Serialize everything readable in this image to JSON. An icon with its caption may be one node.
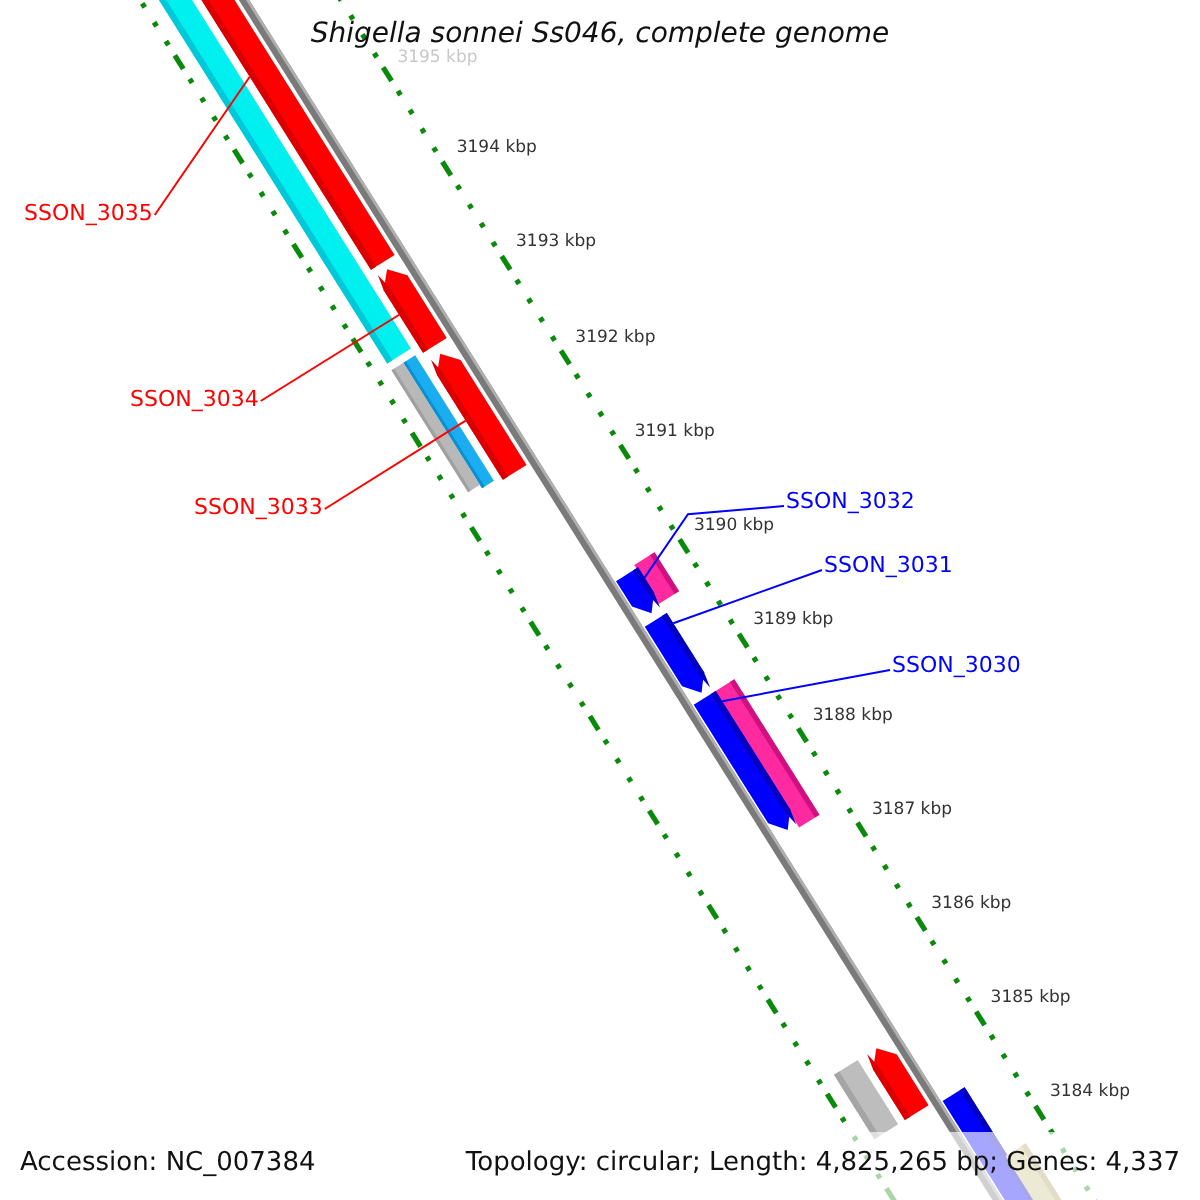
{
  "diagram": {
    "title": "Shigella sonnei Ss046, complete genome",
    "nodes": [
      {
        "text": [
          "SSON_3035"
        ]
      },
      {
        "text": [
          "SSON_3034"
        ]
      },
      {
        "text": [
          "SSON_3033"
        ]
      },
      {
        "text": [
          "SSON_3032"
        ]
      },
      {
        "text": [
          "SSON_3031"
        ]
      },
      {
        "text": [
          "SSON_3030"
        ]
      },
      {
        "text": [],
        "shape": "bar"
      },
      {
        "text": [],
        "shape": "bar"
      },
      {
        "text": [],
        "shape": "bar"
      },
      {
        "text": [],
        "shape": "bar"
      },
      {
        "text": [],
        "shape": "bar"
      },
      {
        "text": [],
        "shape": "bar"
      }
    ],
    "edges": [
      {
        "from": 0,
        "to": 6,
        "arrow": "none"
      },
      {
        "from": 1,
        "to": 7,
        "arrow": "none"
      },
      {
        "from": 2,
        "to": 8,
        "arrow": "none"
      },
      {
        "from": 3,
        "to": 9,
        "arrow": "none",
        "color": "#0000ff"
      },
      {
        "from": 4,
        "to": 10,
        "arrow": "none",
        "color": "#0000ff"
      },
      {
        "from": 5,
        "to": 11,
        "arrow": "none",
        "color": "#0000ff"
      }
    ],
    "labels": [
      "3195 kbp",
      "3194 kbp",
      "3193 kbp",
      "3192 kbp",
      "3191 kbp",
      "3190 kbp",
      "3189 kbp",
      "3188 kbp",
      "3187 kbp",
      "3186 kbp",
      "3185 kbp",
      "3184 kbp",
      "Accession: NC_007384",
      "Topology: circular; Length: 4,825,265 bp; Genes: 4,337"
    ]
  }
}
